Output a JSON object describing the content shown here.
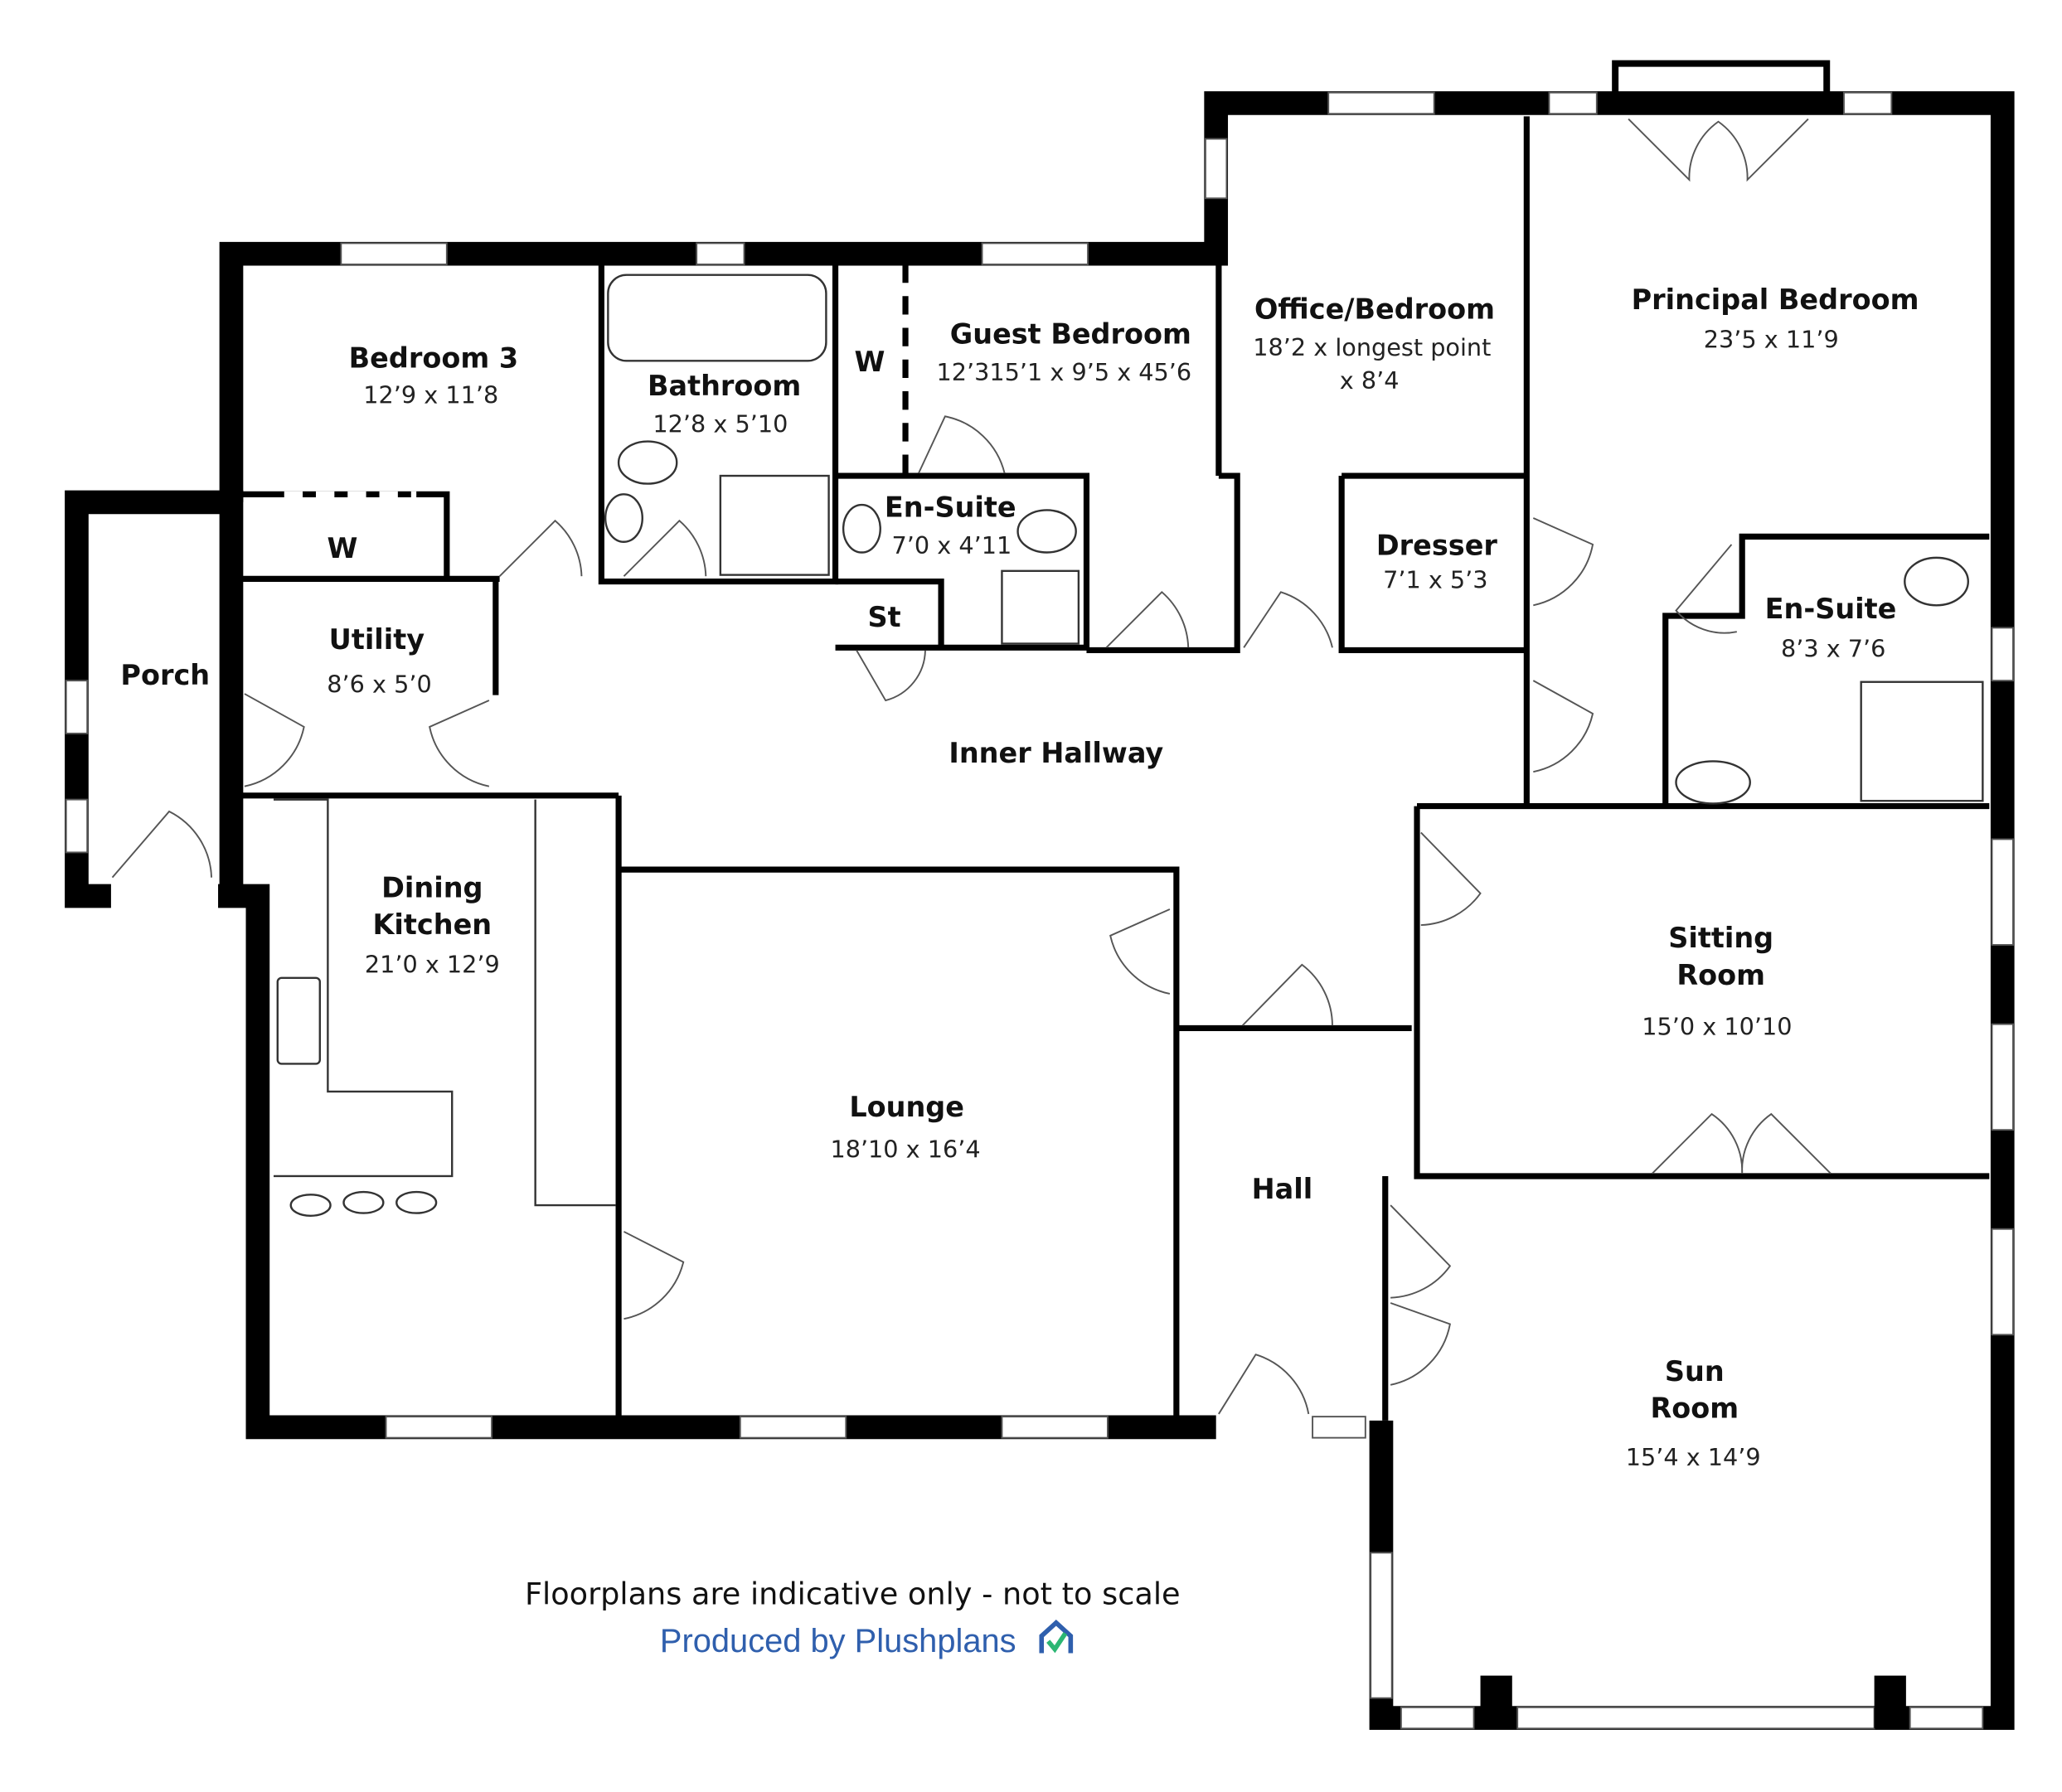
{
  "rooms": {
    "bedroom3": {
      "name": "Bedroom 3",
      "dims": "12’9 x 11’8"
    },
    "bathroom": {
      "name": "Bathroom",
      "dims": "12’8 x 5’10"
    },
    "wardrobe_guest": {
      "name": "W"
    },
    "guest_bedroom": {
      "name": "Guest Bedroom",
      "dims": "12’315’1 x 9’5 x 45’6"
    },
    "office": {
      "name": "Office/Bedroom",
      "dims": "18’2 x longest point",
      "dims2": "x 8’4"
    },
    "principal": {
      "name": "Principal Bedroom",
      "dims": "23’5 x 11’9"
    },
    "wardrobe_bed3": {
      "name": "W"
    },
    "ensuite_guest": {
      "name": "En-Suite",
      "dims": "7’0 x 4’11"
    },
    "dresser": {
      "name": "Dresser",
      "dims": "7’1 x 5’3"
    },
    "ensuite_principal": {
      "name": "En-Suite",
      "dims": "8’3 x 7’6"
    },
    "porch": {
      "name": "Porch"
    },
    "utility": {
      "name": "Utility",
      "dims": "8’6 x 5’0"
    },
    "store": {
      "name": "St"
    },
    "inner_hallway": {
      "name": "Inner Hallway"
    },
    "kitchen": {
      "name": "Dining",
      "name2": "Kitchen",
      "dims": "21’0 x 12’9"
    },
    "sitting": {
      "name": "Sitting",
      "name2": "Room",
      "dims": "15’0 x 10’10"
    },
    "lounge": {
      "name": "Lounge",
      "dims": "18’10 x 16’4"
    },
    "hall": {
      "name": "Hall"
    },
    "sun": {
      "name": "Sun",
      "name2": "Room",
      "dims": "15’4 x 14’9"
    }
  },
  "footer": {
    "disclaimer": "Floorplans are indicative only - not to scale",
    "credit": "Produced by Plushplans",
    "logo_icon": "house-check-icon",
    "credit_color": "#2f5fad",
    "logo_check_color": "#2bb673"
  }
}
